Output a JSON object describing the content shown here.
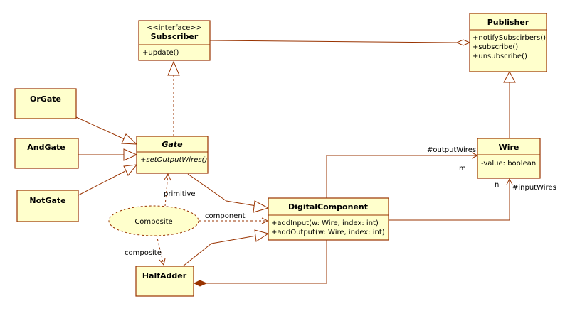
{
  "classes": {
    "subscriber": {
      "stereotype": "<<interface>>",
      "name": "Subscriber",
      "operations": [
        "+update()"
      ]
    },
    "publisher": {
      "name": "Publisher",
      "operations": [
        "+notifySubscirbers()",
        "+subscribe()",
        "+unsubscribe()"
      ]
    },
    "orgate": {
      "name": "OrGate"
    },
    "andgate": {
      "name": "AndGate"
    },
    "notgate": {
      "name": "NotGate"
    },
    "gate": {
      "name": "Gate",
      "operations": [
        "+setOutputWires()"
      ]
    },
    "wire": {
      "name": "Wire",
      "attributes": [
        "-value: boolean"
      ]
    },
    "digitalcomponent": {
      "name": "DigitalComponent",
      "operations": [
        "+addInput(w: Wire, index: int)",
        "+addOutput(w: Wire, index: int)"
      ]
    },
    "composite": {
      "name": "Composite"
    },
    "halfadder": {
      "name": "HalfAdder"
    }
  },
  "labels": {
    "primitive": "primitive",
    "component": "component",
    "composite": "composite",
    "output_wires": "#outputWires",
    "input_wires": "#inputWires",
    "m": "m",
    "n": "n"
  },
  "colors": {
    "box_fill": "#ffffcc",
    "stroke": "#993300"
  }
}
